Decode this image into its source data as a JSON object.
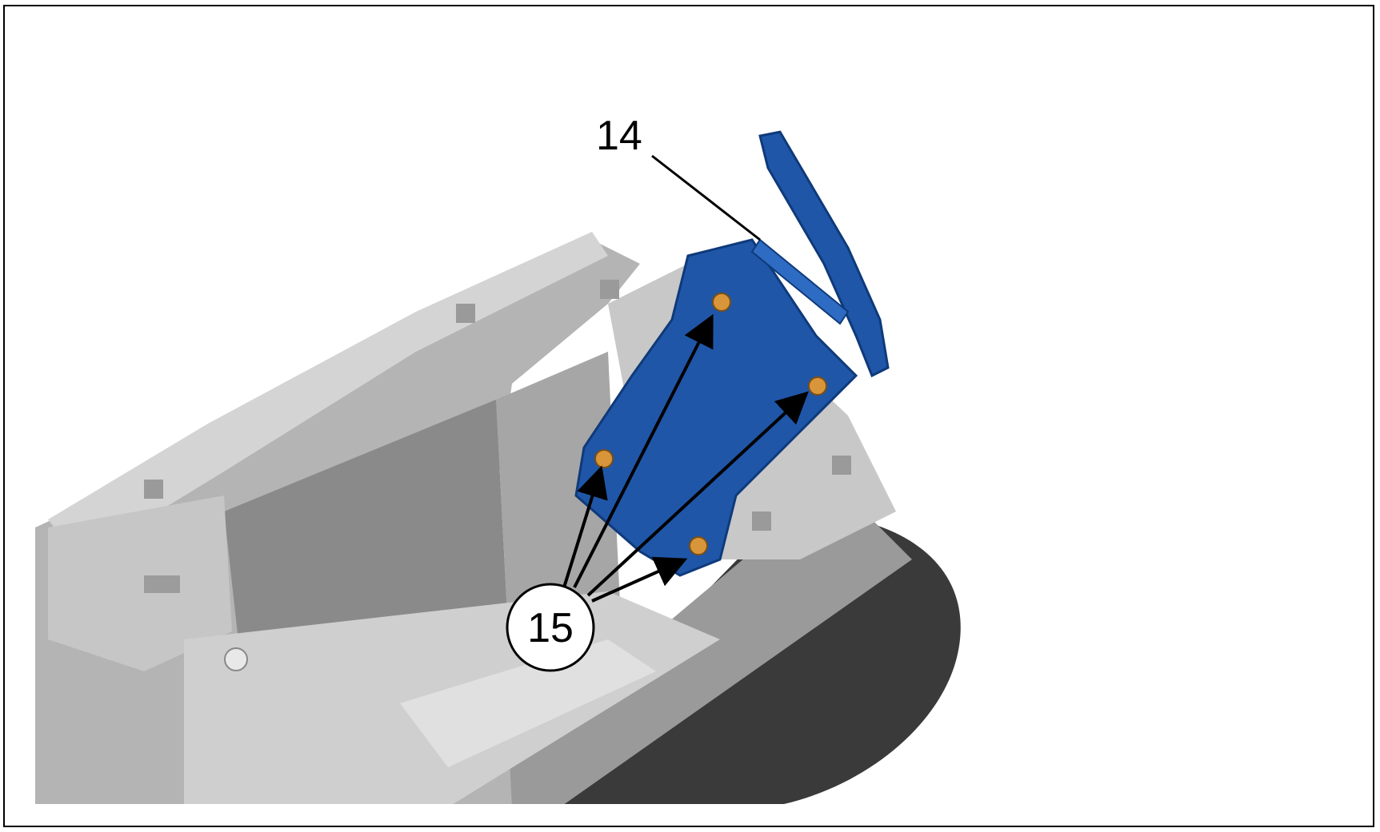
{
  "figure": {
    "callouts": [
      {
        "id": "callout-14",
        "label": "14"
      },
      {
        "id": "callout-15",
        "label": "15"
      }
    ],
    "colors": {
      "bracket": "#1f56a8",
      "bracket_dark": "#0f3a7a",
      "console_light": "#d4d4d4",
      "console_mid": "#b4b4b4",
      "console_dark": "#7c7c7c",
      "armrest_dark": "#3a3a3a",
      "bolt": "#d9953a"
    }
  }
}
